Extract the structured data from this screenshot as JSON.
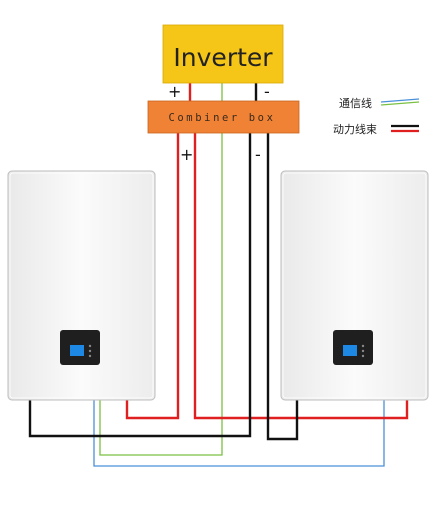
{
  "inverter": {
    "label": "Inverter",
    "color": "#F5C518"
  },
  "combiner_box": {
    "label": "Combiner box",
    "color": "#F08236"
  },
  "terminals": {
    "inverter_positive": "+",
    "inverter_negative": "-",
    "combiner_positive": "+",
    "combiner_negative": "-"
  },
  "legend": {
    "communication_line": {
      "label": "通信线",
      "colors": [
        "#4A90D9",
        "#7BC043"
      ]
    },
    "power_harness": {
      "label": "动力线束",
      "colors": [
        "#111111",
        "#E02020"
      ]
    }
  },
  "battery_modules": [
    {
      "name": "battery-module-left",
      "display_icon": "lcd-display-icon"
    },
    {
      "name": "battery-module-right",
      "display_icon": "lcd-display-icon"
    }
  ],
  "wire_colors": {
    "positive": "#E02020",
    "negative": "#111111",
    "comm_blue": "#4A90D9",
    "comm_green": "#7BC043"
  }
}
